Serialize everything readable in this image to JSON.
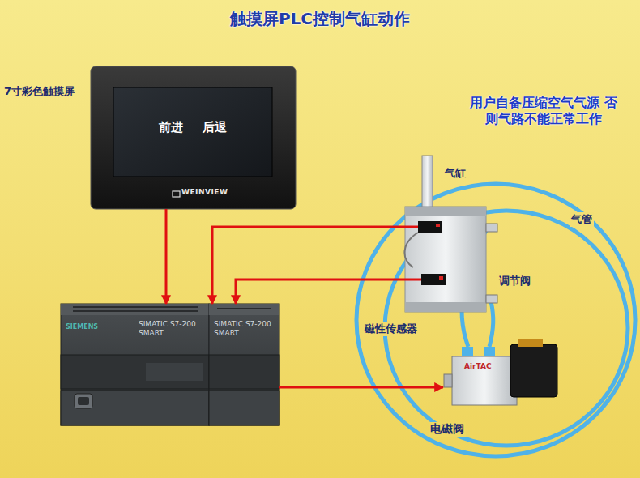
{
  "diagram": {
    "title": "触摸屏PLC控制气缸动作",
    "nodes": [
      {
        "text": [
          "前进 后退",
          "WEINVIEW"
        ]
      },
      {
        "text": [
          "SIEMENS",
          "SIMATIC S7-200 SMART"
        ]
      },
      {
        "text": [
          "SIMATIC S7-200 SMART"
        ]
      },
      {
        "text": [
          "气缸"
        ]
      },
      {
        "text": [
          "AirTAC",
          "电磁阀"
        ]
      }
    ],
    "edges": [
      {
        "from": 0,
        "to": 1,
        "arrow": "to"
      },
      {
        "from": 3,
        "to": 2,
        "arrow": "to"
      },
      {
        "from": 3,
        "to": 2,
        "arrow": "to"
      },
      {
        "from": 2,
        "to": 4,
        "arrow": "to"
      }
    ],
    "labels": [
      "7寸彩色触摸屏",
      "用户自备压缩空气气源 否则气路不能正常工作",
      "气管",
      "调节阀",
      "磁性传感器"
    ]
  }
}
